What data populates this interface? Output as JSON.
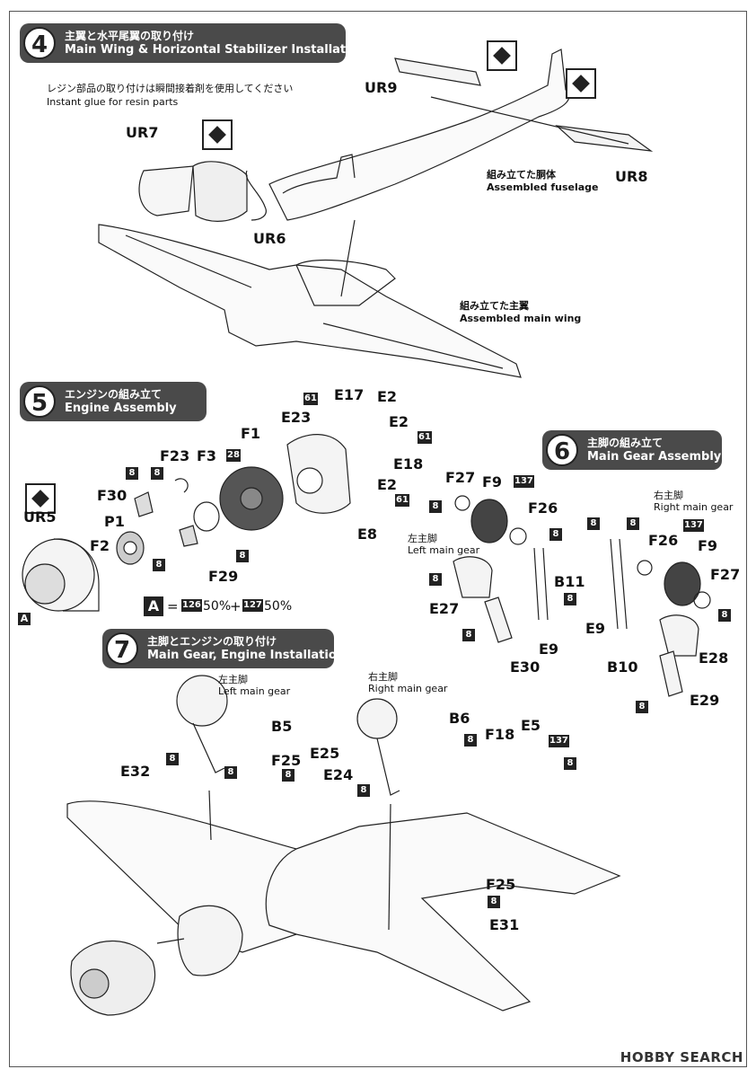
{
  "steps": {
    "s4": {
      "number": "4",
      "jp": "主翼と水平尾翼の取り付け",
      "en": "Main Wing & Horizontal Stabilizer Installation",
      "note_jp": "レジン部品の取り付けは瞬間接着剤を使用してください",
      "note_en": "Instant glue for resin parts",
      "fuselage_jp": "組み立てた胴体",
      "fuselage_en": "Assembled fuselage",
      "wing_jp": "組み立てた主翼",
      "wing_en": "Assembled main wing"
    },
    "s5": {
      "number": "5",
      "jp": "エンジンの組み立て",
      "en": "Engine Assembly"
    },
    "s6": {
      "number": "6",
      "jp": "主脚の組み立て",
      "en": "Main Gear Assembly",
      "right_jp": "右主脚",
      "right_en": "Right main gear",
      "left_jp": "左主脚",
      "left_en": "Left main gear"
    },
    "s7": {
      "number": "7",
      "jp": "主脚とエンジンの取り付け",
      "en": "Main Gear, Engine Installation",
      "left_jp": "左主脚",
      "left_en": "Left main gear",
      "right_jp": "右主脚",
      "right_en": "Right main gear"
    }
  },
  "parts": {
    "ur9": "UR9",
    "ur7": "UR7",
    "ur8": "UR8",
    "ur6": "UR6",
    "ur5": "UR5",
    "e17": "E17",
    "e2a": "E2",
    "e2b": "E2",
    "e2c": "E2",
    "e23": "E23",
    "f1": "F1",
    "e18": "E18",
    "e8": "E8",
    "f23": "F23",
    "f3": "F3",
    "f30": "F30",
    "p1": "P1",
    "f2": "F2",
    "f29": "F29",
    "f27a": "F27",
    "f9a": "F9",
    "f26a": "F26",
    "b11": "B11",
    "e27": "E27",
    "e9a": "E9",
    "e30": "E30",
    "f26b": "F26",
    "f9b": "F9",
    "f27b": "F27",
    "e9b": "E9",
    "b10": "B10",
    "e28": "E28",
    "e29": "E29",
    "b5": "B5",
    "b6": "B6",
    "f18": "F18",
    "e5": "E5",
    "e32": "E32",
    "f25a": "F25",
    "e25": "E25",
    "e24": "E24",
    "f25b": "F25",
    "e31": "E31"
  },
  "paint": {
    "c8": "8",
    "c28": "28",
    "c61": "61",
    "c137": "137",
    "c126": "126",
    "c127": "127"
  },
  "mix": {
    "label": "A",
    "equals": "=",
    "pct1": "50%",
    "plus": "+",
    "pct2": "50%",
    "ref": "A"
  },
  "watermark": "HOBBY SEARCH"
}
